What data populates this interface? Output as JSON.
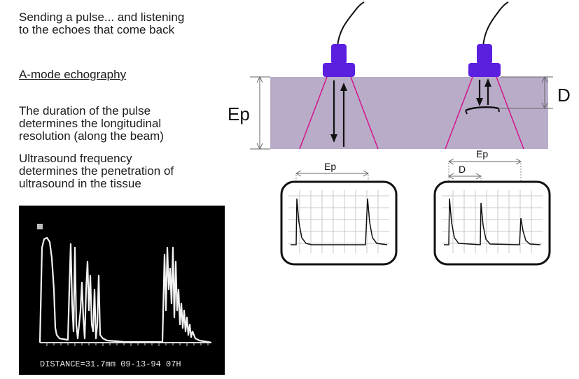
{
  "text": {
    "line1": "Sending a pulse... and listening",
    "line2": "to the echoes that come back",
    "heading": "A-mode echography",
    "p1_l1": "The duration of the pulse",
    "p1_l2": "determines the longitudinal",
    "p1_l3": "resolution (along the beam)",
    "p2_l1": "Ultrasound frequency",
    "p2_l2": "determines the penetration of",
    "p2_l3": "ultrasound in the tissue"
  },
  "labels": {
    "ep_side": "Ep",
    "d_side": "D",
    "ep_scope_left": "Ep",
    "ep_scope_right": "Ep",
    "d_scope_right": "D"
  },
  "ascan_caption": "DISTANCE=31.7mm  09-13-94 07H",
  "colors": {
    "tissue": "#b9acc9",
    "probe": "#5b1fe0",
    "beam": "#d4148c",
    "grid": "#c8c8c8",
    "screen_bg": "#000000"
  },
  "icons": [
    "probe-icon",
    "cable-icon"
  ]
}
